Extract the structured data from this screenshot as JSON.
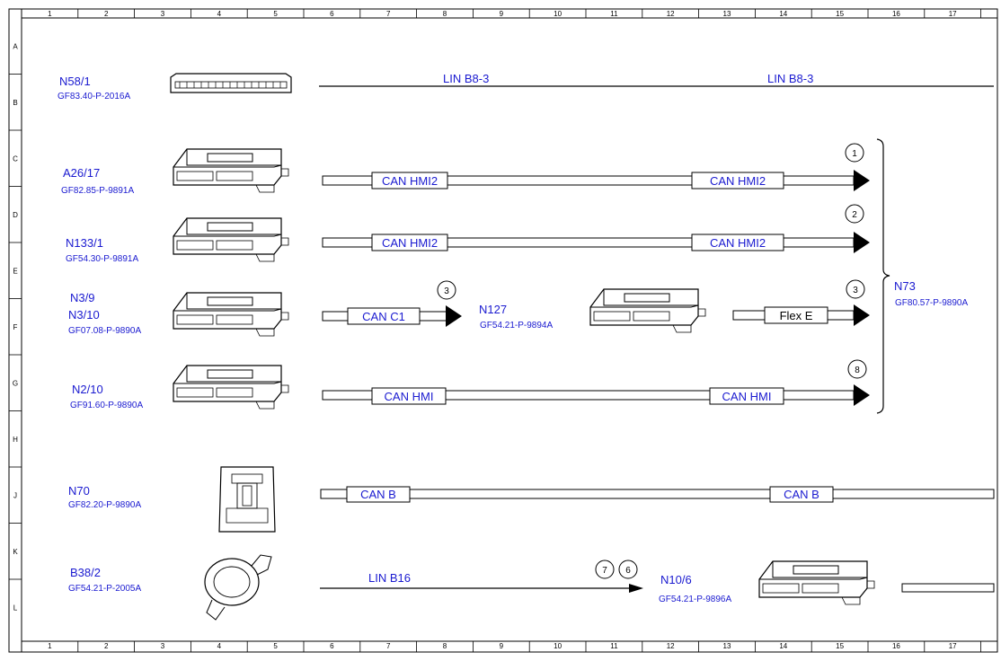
{
  "ruler": {
    "columns": [
      "1",
      "2",
      "3",
      "4",
      "5",
      "6",
      "7",
      "8",
      "9",
      "10",
      "11",
      "12",
      "13",
      "14",
      "15",
      "16",
      "17"
    ],
    "rows": [
      "A",
      "B",
      "C",
      "D",
      "E",
      "F",
      "G",
      "H",
      "J",
      "K",
      "L"
    ]
  },
  "components": [
    {
      "id": "N58/1",
      "code": "GF83.40-P-2016A"
    },
    {
      "id": "A26/17",
      "code": "GF82.85-P-9891A"
    },
    {
      "id": "N133/1",
      "code": "GF54.30-P-9891A"
    },
    {
      "id": "N3/9",
      "id2": "N3/10",
      "code": "GF07.08-P-9890A"
    },
    {
      "id": "N2/10",
      "code": "GF91.60-P-9890A"
    },
    {
      "id": "N70",
      "code": "GF82.20-P-9890A"
    },
    {
      "id": "B38/2",
      "code": "GF54.21-P-2005A"
    },
    {
      "id": "N127",
      "code": "GF54.21-P-9894A"
    },
    {
      "id": "N73",
      "code": "GF80.57-P-9890A"
    },
    {
      "id": "N10/6",
      "code": "GF54.21-P-9896A"
    }
  ],
  "buses": {
    "lin_b8_3": {
      "label_a": "LIN B8-3",
      "label_b": "LIN B8-3"
    },
    "can_hmi2_row1": {
      "label_a": "CAN HMI2",
      "label_b": "CAN HMI2",
      "marker": "1"
    },
    "can_hmi2_row2": {
      "label_a": "CAN HMI2",
      "label_b": "CAN HMI2",
      "marker": "2"
    },
    "can_c1": {
      "label": "CAN C1",
      "marker": "3"
    },
    "flex_e": {
      "label": "Flex E",
      "marker": "3"
    },
    "can_hmi": {
      "label_a": "CAN HMI",
      "label_b": "CAN HMI",
      "marker": "8"
    },
    "can_b": {
      "label_a": "CAN B",
      "label_b": "CAN B"
    },
    "lin_b16": {
      "label": "LIN B16",
      "marker_a": "7",
      "marker_b": "6"
    }
  }
}
